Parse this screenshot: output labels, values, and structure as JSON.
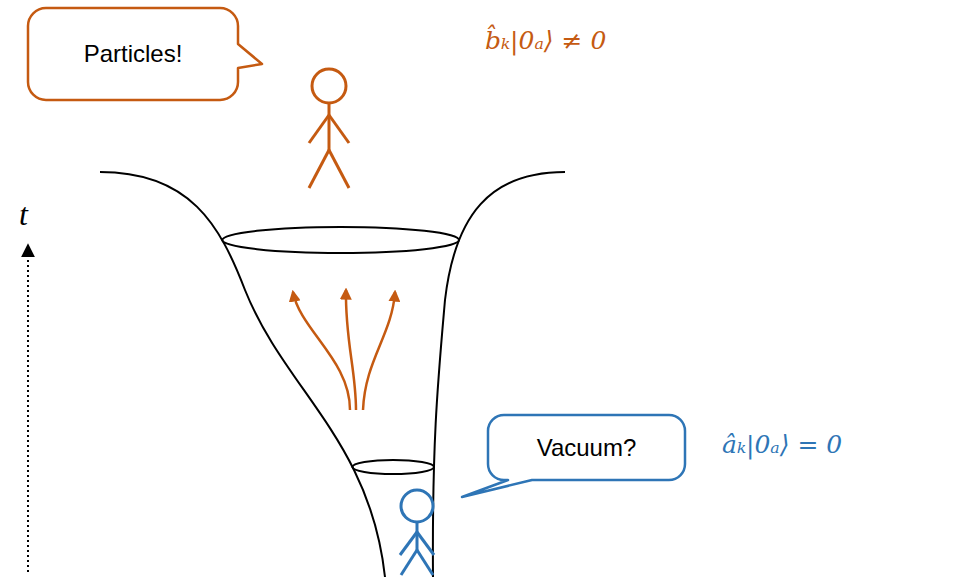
{
  "diagram": {
    "nodes": [
      {
        "text": [
          "Particles!"
        ]
      },
      {
        "text": [
          "Vacuum?"
        ]
      }
    ],
    "labels": [
      "b̂ₖ|0ₐ⟩ ≠ 0",
      "t",
      "âₖ|0ₐ⟩ = 0"
    ]
  }
}
